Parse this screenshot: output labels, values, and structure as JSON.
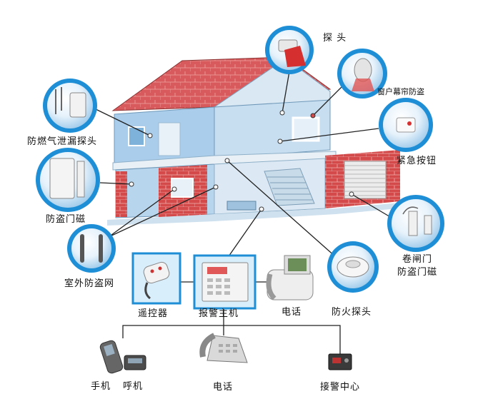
{
  "labels": {
    "probe": "探 头",
    "curtain": "窗户幕帘防盗",
    "gas": "防燃气泄漏探头",
    "emergency": "紧急按钮",
    "door_magnet": "防盗门磁",
    "rolling_door_line1": "卷闸门",
    "rolling_door_line2": "防盗门磁",
    "outdoor_net": "室外防盗网",
    "remote": "遥控器",
    "host": "报警主机",
    "phone": "电话",
    "fire": "防火探头",
    "mobile": "手机",
    "pager": "呼机",
    "phone2": "电话",
    "center": "接警中心"
  },
  "colors": {
    "circle_fill": "#1e8fd6",
    "circle_ring": "#d9eefb",
    "roof": "#d8585a",
    "wall": "#b6d6ee",
    "brick": "#d44a4a",
    "line": "#222222"
  }
}
